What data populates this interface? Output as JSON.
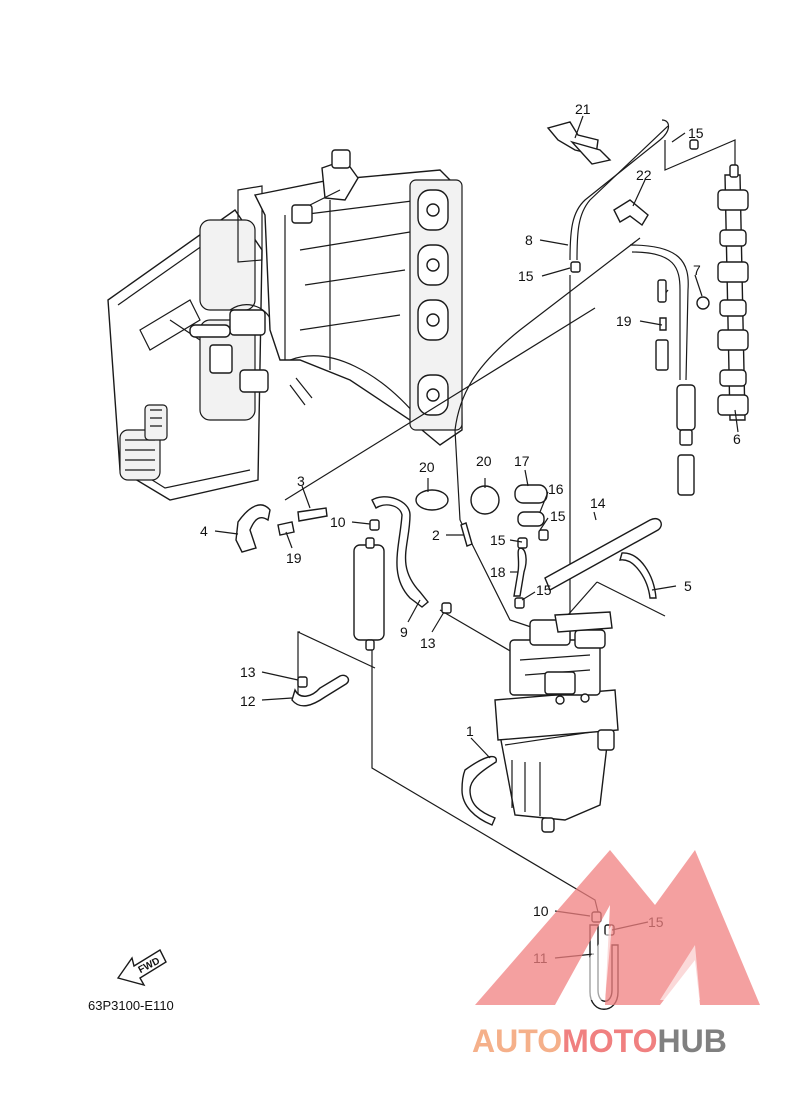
{
  "diagram_code": "63P3100-E110",
  "fwd_label": "FWD",
  "callouts": {
    "c1": "1",
    "c2": "2",
    "c3": "3",
    "c4": "4",
    "c5": "5",
    "c6": "6",
    "c7": "7",
    "c8": "8",
    "c9": "9",
    "c10a": "10",
    "c10b": "10",
    "c11": "11",
    "c12": "12",
    "c13a": "13",
    "c13b": "13",
    "c14": "14",
    "c15a": "15",
    "c15b": "15",
    "c15c": "15",
    "c15d": "15",
    "c15e": "15",
    "c15f": "15",
    "c16": "16",
    "c17": "17",
    "c18": "18",
    "c19a": "19",
    "c19b": "19",
    "c20a": "20",
    "c20b": "20",
    "c21": "21",
    "c22": "22"
  },
  "watermark": {
    "part1": "AUTO",
    "part2": "MOTO",
    "part3": "HUB",
    "color_orange": "#f5b08a",
    "color_red": "#f08080",
    "color_gray": "#808080"
  }
}
